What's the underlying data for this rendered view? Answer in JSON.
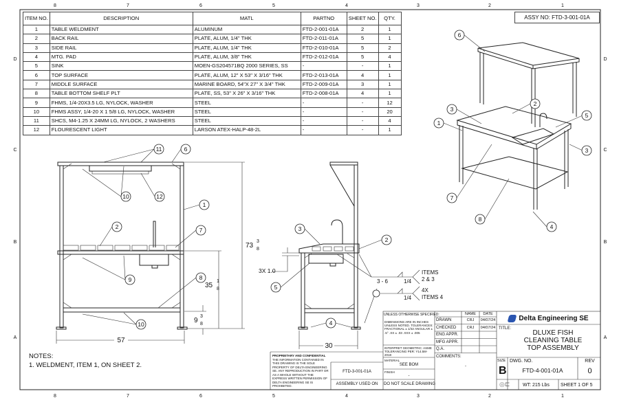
{
  "border": {
    "columns": [
      "8",
      "7",
      "6",
      "5",
      "4",
      "3",
      "2",
      "1"
    ],
    "rows": [
      "D",
      "C",
      "B",
      "A"
    ]
  },
  "assy_no": "ASSY NO: FTD-3-001-01A",
  "bom": {
    "headers": [
      "ITEM NO.",
      "DESCRIPTION",
      "MATL",
      "PARTNO",
      "SHEET NO.",
      "QTY."
    ],
    "rows": [
      [
        "1",
        "TABLE WELDMENT",
        "ALUMINUM",
        "FTD-2-001-01A",
        "2",
        "1"
      ],
      [
        "2",
        "BACK RAIL",
        "PLATE, ALUM,  1/4\" THK",
        "FTD-2-011-01A",
        "5",
        "1"
      ],
      [
        "3",
        "SIDE RAIL",
        "PLATE, ALUM, 1/4\" THK",
        "FTD-2-010-01A",
        "5",
        "2"
      ],
      [
        "4",
        "MTG. PAD",
        "PLATE, ALUM, 3/8\" THK",
        "FTD-2-012-01A",
        "5",
        "4"
      ],
      [
        "5",
        "SINK",
        "MOEN-GS204571BQ 2000 SERIES, SS",
        "-",
        "-",
        "1"
      ],
      [
        "6",
        "TOP SURFACE",
        "PLATE, ALUM, 12\" X 53\" X 3/16\" THK",
        "FTD-2-013-01A",
        "4",
        "1"
      ],
      [
        "7",
        "MIDDLE SURFACE",
        "MARINE BOARD, 54\"X 27\" X 3/4\" THK",
        "FTD-2-009-01A",
        "3",
        "1"
      ],
      [
        "8",
        "TABLE BOTTOM SHELF PLT",
        "PLATE, SS, 53\" X 26\" X 3/16\" THK",
        "FTD-2-008-01A",
        "4",
        "1"
      ],
      [
        "9",
        "FHMS, 1/4-20X3.5 LG, NYLOCK, WASHER",
        "STEEL",
        "-",
        "-",
        "12"
      ],
      [
        "10",
        "FHMS ASSY, 1/4-20 X 1 5/8 LG, NYLOCK, WASHER",
        "STEEL",
        "-",
        "-",
        "20"
      ],
      [
        "11",
        "SHCS, M4-1.25 X 24MM LG, NYLOCK, 2 WASHERS",
        "STEEL",
        "-",
        "-",
        "4"
      ],
      [
        "12",
        "FLOURESCENT LIGHT",
        "LARSON ATEX-HALP-48-2L",
        "-",
        "-",
        "1"
      ]
    ]
  },
  "front_view": {
    "balloons": [
      "11",
      "6",
      "10",
      "12",
      "1",
      "2",
      "7",
      "9",
      "8",
      "10"
    ],
    "dims": {
      "overall_height_whole": "73",
      "overall_height_frac_n": "3",
      "overall_height_frac_d": "8",
      "mid_height_whole": "35",
      "mid_height_frac_n": "1",
      "mid_height_frac_d": "8",
      "shelf_height_whole": "9",
      "shelf_height_frac_n": "3",
      "shelf_height_frac_d": "8",
      "width": "57"
    }
  },
  "side_view": {
    "balloons": [
      "3",
      "2",
      "5",
      "4"
    ],
    "dims": {
      "depth": "30",
      "gap": "3X 1.0"
    },
    "weld1": {
      "spec": "3 - 6",
      "size": "1/4",
      "line1": "ITEMS",
      "line2": "2 & 3"
    },
    "weld2": {
      "size": "1/4",
      "line1": "4X",
      "line2": "ITEMS 4"
    }
  },
  "iso_view": {
    "balloons": [
      "6",
      "3",
      "2",
      "5",
      "1",
      "3",
      "7",
      "8",
      "4"
    ]
  },
  "notes": {
    "title": "NOTES:",
    "items": [
      "1.    WELDMENT, ITEM 1, ON SHEET 2."
    ]
  },
  "title_block": {
    "proprietary_title": "PROPRIETARY AND CONFIDENTIAL",
    "proprietary_text": "THE INFORMATION CONTAINED IN THIS DRAWING IS THE SOLE PROPERTY OF DELTA ENGINEERING SE. ANY REPRODUCTION IN PART OR AS A WHOLE WITHOUT THE EXPRESS WRITTEN PERMISSION OF DELTA ENGINEERING SE IS PROHIBITED.",
    "next_assy": "FTD-3-001-01A",
    "used_on": "ASSEMBLY USED ON",
    "unless": "UNLESS OTHERWISE SPECIFIED:",
    "tolerances": "DIMENSIONS ARE IN INCHES UNLESS NOTED. TOLERANCES: FRACTIONAL ± 1/32 ANGULAR ± .5° .XX ± .03 .XXX ± .005",
    "interpret": "INTERPRET GEOMETRIC: ASME TOLERANCING PER: Y14.5M-2018",
    "material_label": "MATERIAL",
    "material": "SEE BOM",
    "finish_label": "FINISH",
    "finish": "-",
    "do_not_scale": "DO NOT SCALE DRAWING",
    "name_hdr": "NAME",
    "date_hdr": "DATE",
    "approvals": [
      {
        "role": "DRAWN",
        "name": "CRJ",
        "date": "04/07/24"
      },
      {
        "role": "CHECKED",
        "name": "CRJ",
        "date": "04/07/24"
      },
      {
        "role": "ENG APPR.",
        "name": "",
        "date": ""
      },
      {
        "role": "MFG APPR.",
        "name": "",
        "date": ""
      },
      {
        "role": "Q.A.",
        "name": "",
        "date": ""
      }
    ],
    "comments_label": "COMMENTS:",
    "comments": "-",
    "company": "Delta Engineering SE",
    "title_label": "TITLE:",
    "title_lines": [
      "DLUXE FISH",
      "CLEANING TABLE",
      "TOP ASSEMBLY"
    ],
    "size_label": "SIZE",
    "size": "B",
    "dwg_label": "DWG.  NO.",
    "dwg_no": "FTD-4-001-01A",
    "rev_label": "REV",
    "rev": "0",
    "weight": "WT: 215 Lbs",
    "sheet": "SHEET 1 OF 5",
    "brand_color": "#2a55b0"
  }
}
